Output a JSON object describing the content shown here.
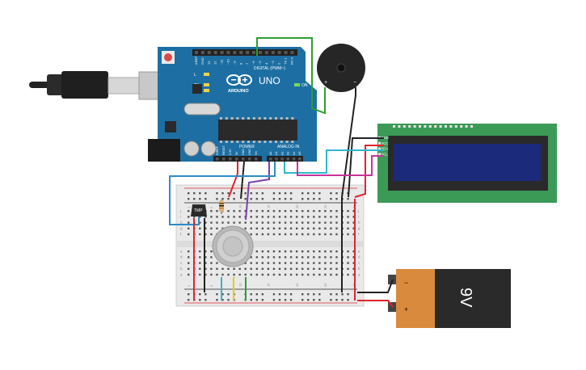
{
  "board": {
    "brand": "ARDUINO",
    "model": "UNO",
    "digital_label": "DIGITAL (PWM~)",
    "power_label": "POWER",
    "analog_label": "ANALOG IN",
    "led_l": "L",
    "led_tx": "TX",
    "led_rx": "RX",
    "led_on": "ON",
    "digital_pins": [
      "AREF",
      "GND",
      "13",
      "12",
      "~11",
      "~10",
      "~9",
      "8",
      "7",
      "~6",
      "~5",
      "4",
      "~3",
      "2",
      "TX 1",
      "RX 0"
    ],
    "power_pins": [
      "IOREF",
      "RESET",
      "3.3V",
      "5V",
      "GND",
      "GND",
      "Vin"
    ],
    "analog_pins": [
      "A0",
      "A1",
      "A2",
      "A3",
      "A4",
      "A5"
    ]
  },
  "buzzer": {
    "plus": "+",
    "minus": "−"
  },
  "lcd": {
    "pins": [
      "GND",
      "VCC",
      "SDA",
      "SCL"
    ]
  },
  "sensor": {
    "label": "TMP"
  },
  "battery": {
    "label": "9V",
    "minus": "−",
    "plus": "+"
  },
  "breadboard": {
    "row_letters": [
      "a",
      "b",
      "c",
      "d",
      "e",
      "f",
      "g",
      "h",
      "i",
      "j"
    ],
    "column_numbers": [
      "1",
      "5",
      "10",
      "15",
      "20",
      "25",
      "30"
    ]
  },
  "colors": {
    "board": "#1d6fa3",
    "lcd_pcb": "#3c9a57",
    "lcd_screen": "#1b2a7a",
    "wire_red": "#e0242b",
    "wire_black": "#222222",
    "wire_green": "#2f9e2f",
    "wire_cyan": "#2fb7c9",
    "wire_magenta": "#c8339a",
    "wire_purple": "#7b3fa8",
    "wire_blue": "#2b8cc4",
    "battery_orange": "#d98a3c"
  }
}
